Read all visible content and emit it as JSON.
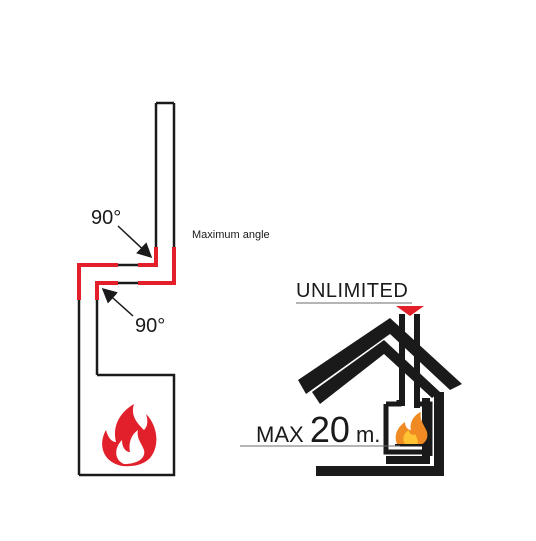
{
  "labels": {
    "angle_top": "90°",
    "angle_bottom": "90°",
    "max_angle": "Maximum angle",
    "unlimited": "UNLIMITED",
    "max_prefix": "MAX",
    "max_value": "20",
    "max_unit": "m."
  },
  "icons": {
    "fire": "flame-icon",
    "house": "house-icon",
    "chimney": "chimney-pipe",
    "arrow": "arrow-icon"
  },
  "colors": {
    "stroke": "#1a1a1a",
    "accent_red": "#e3202a",
    "flame_red": "#e2202b",
    "flame_orange": "#f08a23",
    "flame_yellow": "#ffc233"
  }
}
